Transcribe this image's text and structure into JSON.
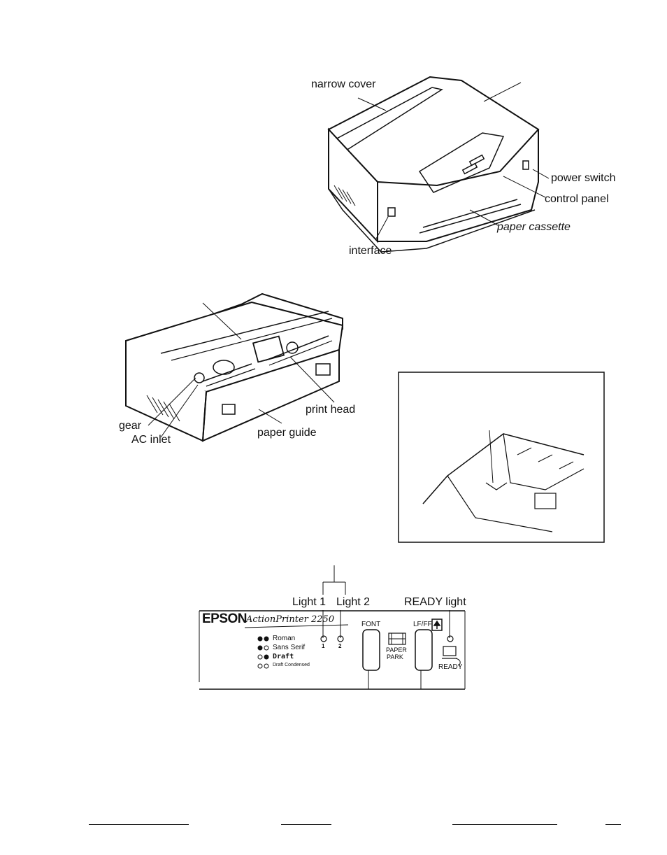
{
  "top_printer": {
    "labels": {
      "narrow_cover": "narrow cover",
      "power_switch": "power switch",
      "control_panel": "control panel",
      "paper_cassette": "paper cassette",
      "interface": "interface"
    }
  },
  "middle_printer": {
    "labels": {
      "print_head": "print head",
      "gear": "gear",
      "ac_inlet": "AC inlet",
      "paper_guide": "paper guide"
    }
  },
  "control_panel_diagram": {
    "labels": {
      "light1": "Light 1",
      "light2": "Light 2",
      "ready_light": "READY light"
    },
    "panel": {
      "brand": "EPSON",
      "model_script": "ActionPrinter 2250",
      "fonts": [
        "Roman",
        "Sans Serif",
        "Draft",
        "Draft Condensed"
      ],
      "light_numbers": [
        "1",
        "2"
      ],
      "font_button": "FONT",
      "lfff_button": "LF/FF",
      "paper_park": [
        "PAPER",
        "PARK"
      ],
      "ready": "READY"
    }
  }
}
